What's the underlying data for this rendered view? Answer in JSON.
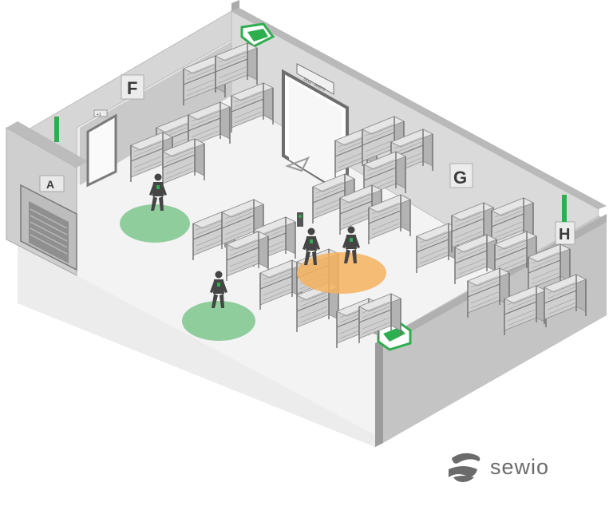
{
  "zones": {
    "a": "A",
    "f": "F",
    "g": "G",
    "h": "H"
  },
  "door_sign": "0112 - 0H070",
  "exit_sign": "+1",
  "brand": {
    "name": "sewio"
  },
  "colors": {
    "floor": "#ececec",
    "wall_light": "#d8d8d8",
    "wall_dark": "#a9a9a9",
    "safe_zone": "#7ec58d",
    "alert_zone": "#f4b25f",
    "tag_green": "#2fae4f",
    "worker": "#454545",
    "brand_gray": "#6b6b6b"
  },
  "icons": [
    "anchor-icon",
    "worker-icon",
    "forklift-icon",
    "sewio-logo-icon"
  ]
}
